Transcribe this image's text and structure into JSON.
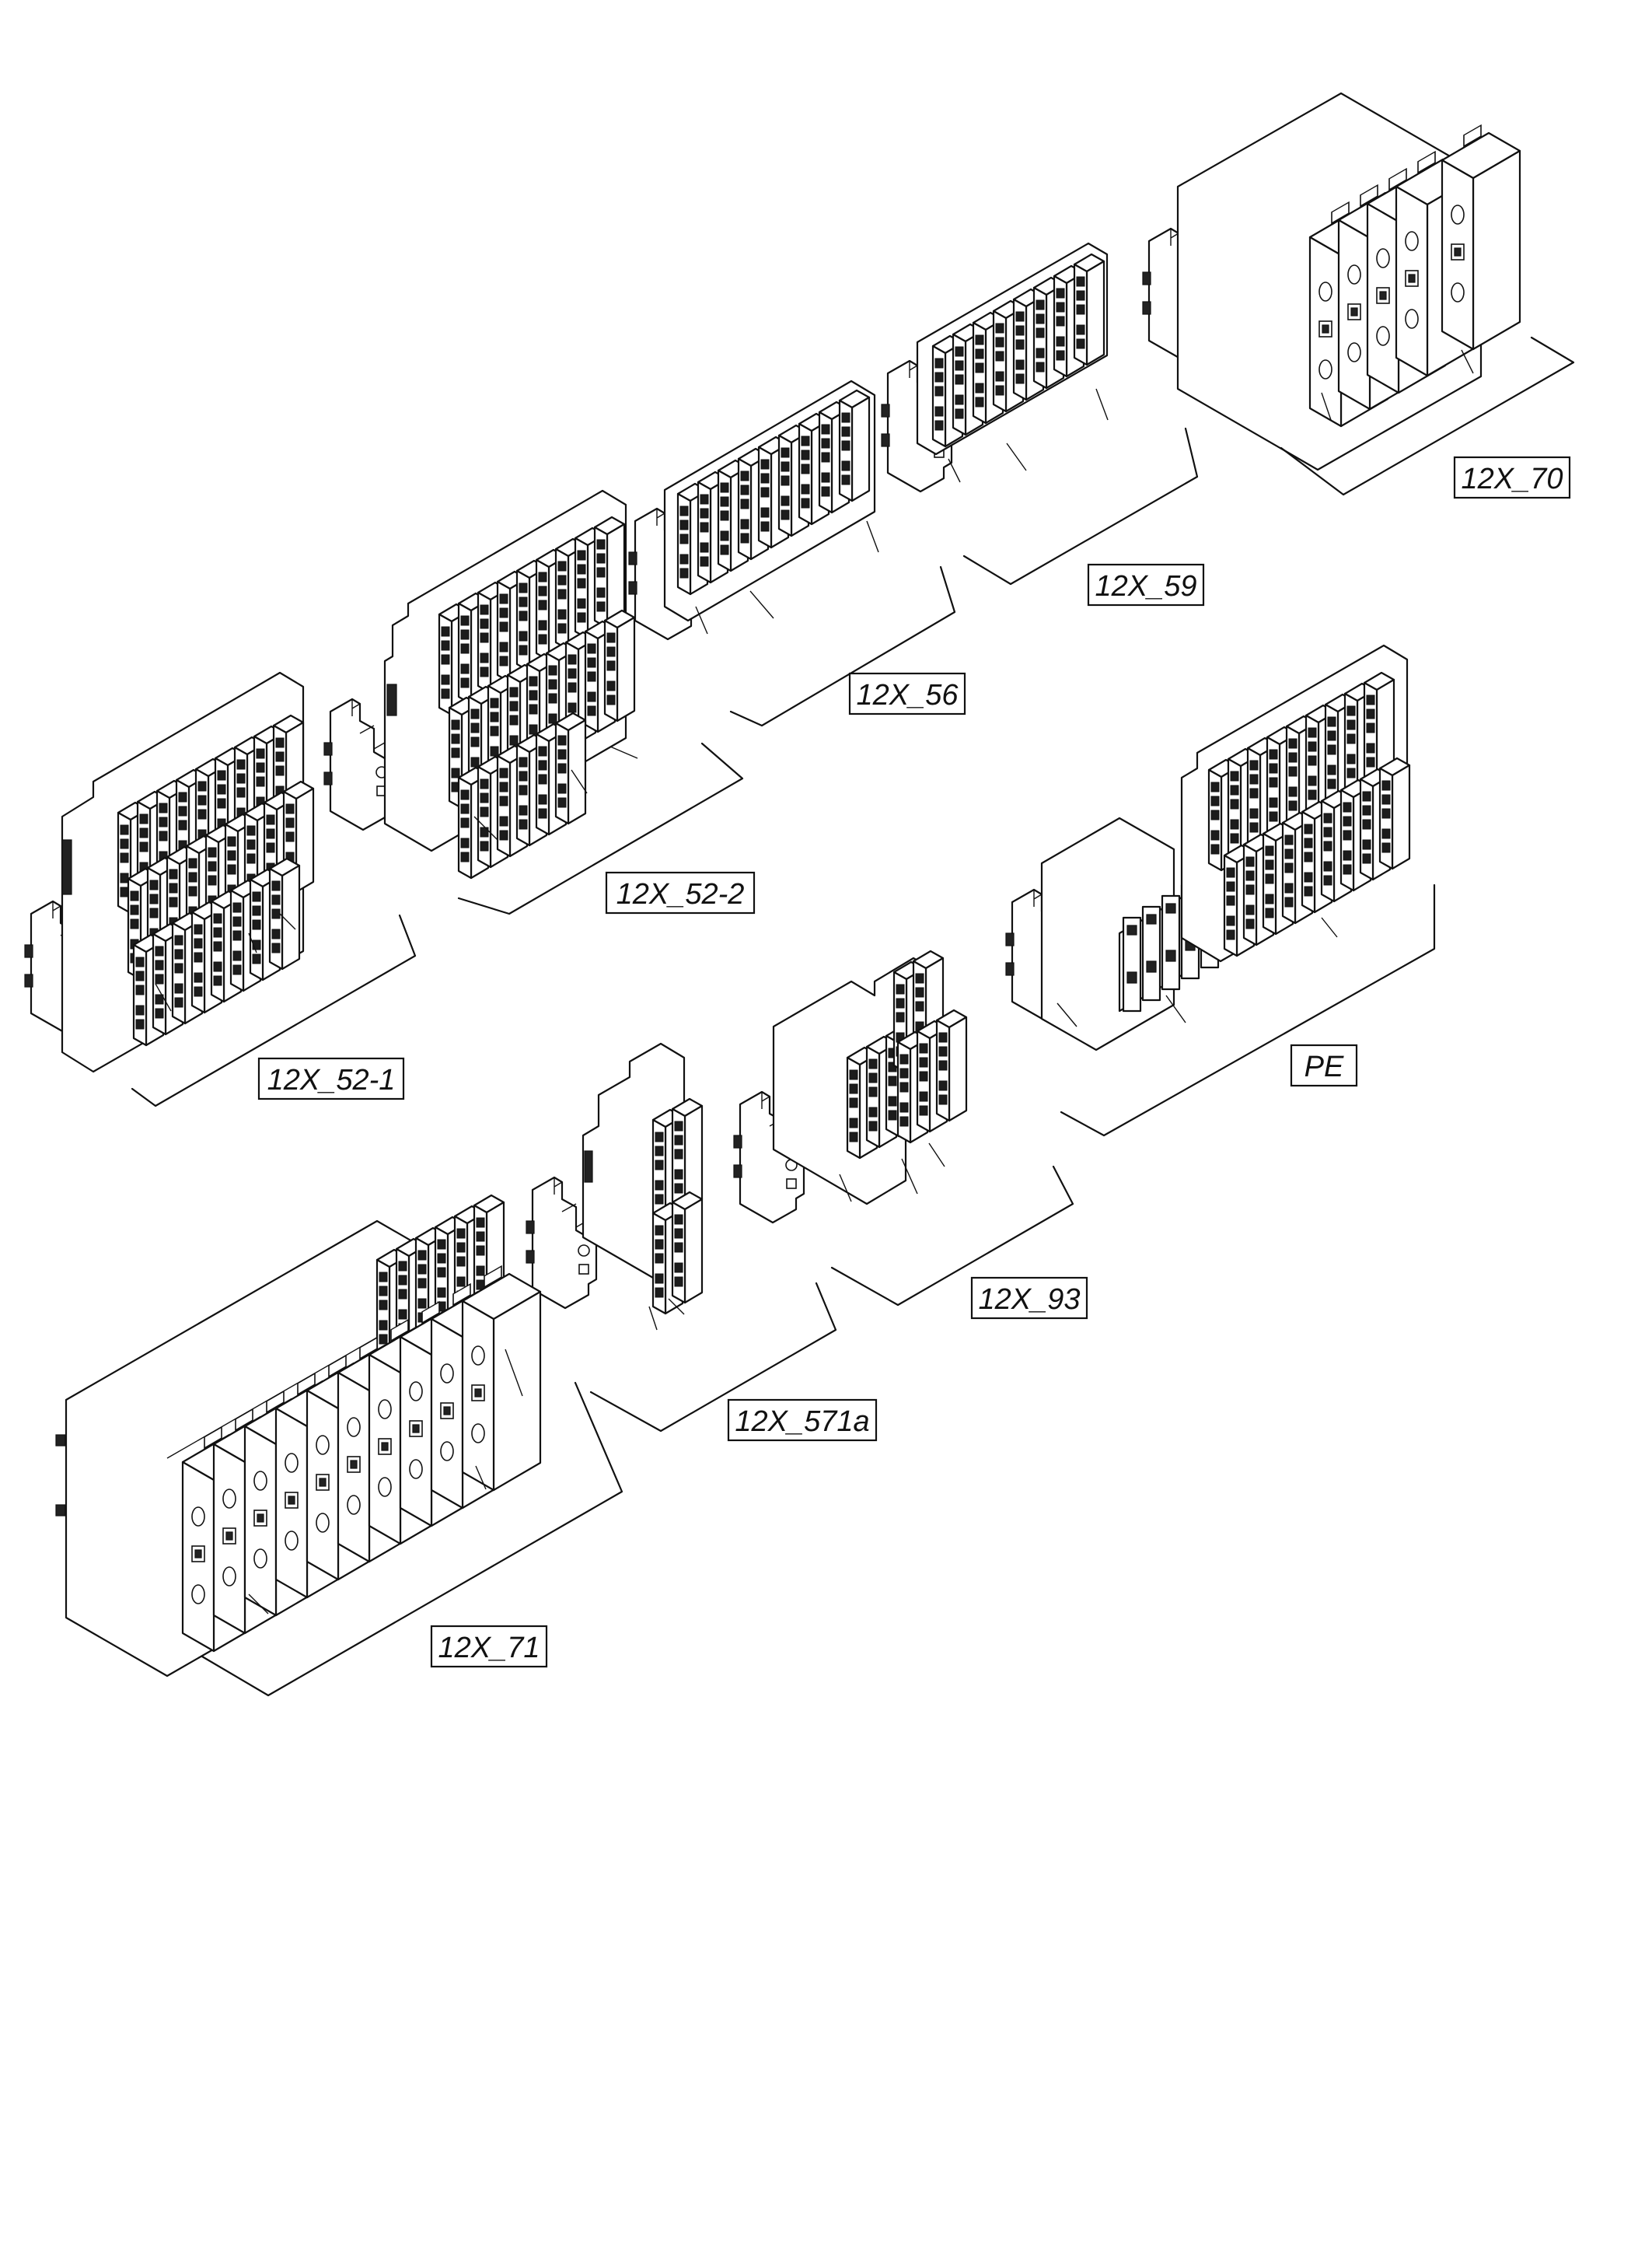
{
  "figure": {
    "labels": {
      "g70": "12X_70",
      "g59": "12X_59",
      "g56": "12X_56",
      "g52_2": "12X_52-2",
      "g52_1": "12X_52-1",
      "pe": "PE",
      "g93": "12X_93",
      "g571a": "12X_571a",
      "g71": "12X_71"
    }
  }
}
